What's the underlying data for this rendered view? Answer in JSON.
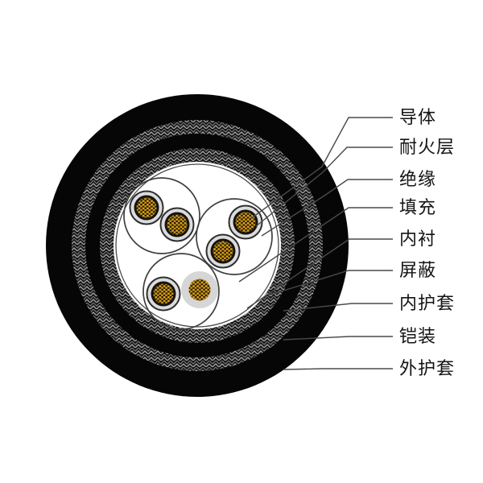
{
  "diagram": {
    "type": "cable-cross-section",
    "labels": [
      {
        "text": "导体"
      },
      {
        "text": "耐火层"
      },
      {
        "text": "绝缘"
      },
      {
        "text": "填充"
      },
      {
        "text": "内衬"
      },
      {
        "text": "屏蔽"
      },
      {
        "text": "内护套"
      },
      {
        "text": "铠装"
      },
      {
        "text": "外护套"
      }
    ],
    "structure": {
      "pair_count": 3,
      "conductor_count": 6,
      "layers_outside_in": [
        "外护套",
        "铠装",
        "内护套",
        "屏蔽",
        "内衬",
        "填充",
        "绝缘",
        "耐火层",
        "导体"
      ]
    },
    "colors": {
      "background": "#ffffff",
      "sheath_black": "#060606",
      "weave_base": "#141414",
      "weave_light": "#a9a9a9",
      "insulation_gray": "#dcdcdc",
      "filler_gray": "#d6d6d6",
      "conductor_gold": "#d7a21f",
      "leader_line": "#4a4a4a",
      "label_text": "#141414"
    }
  }
}
